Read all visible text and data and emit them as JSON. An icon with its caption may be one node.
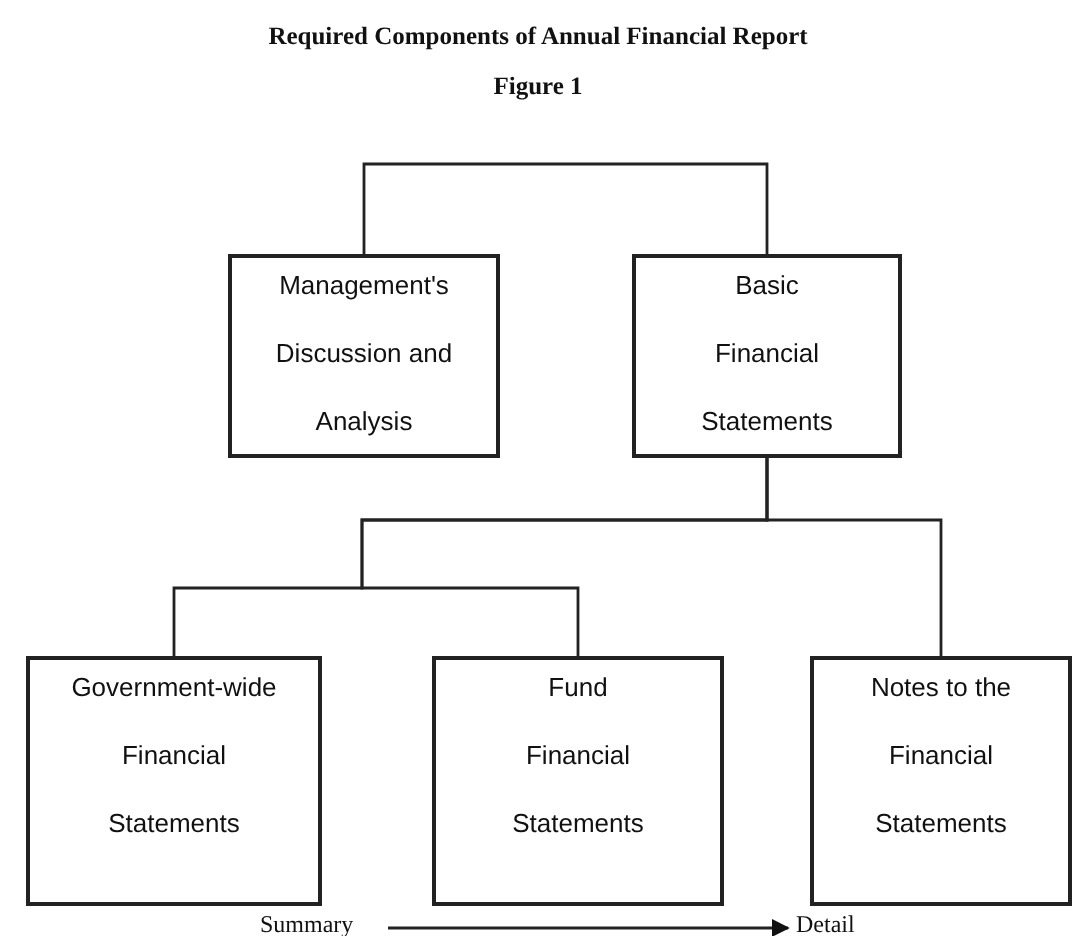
{
  "diagram": {
    "title": "Required Components of Annual Financial Report",
    "caption": "Figure 1",
    "nodes": [
      {
        "text": [
          "Management's Discussion and Analysis"
        ]
      },
      {
        "text": [
          "Basic Financial Statements"
        ]
      },
      {
        "text": [
          "Government-wide Financial Statements"
        ]
      },
      {
        "text": [
          "Fund Financial Statements"
        ]
      },
      {
        "text": [
          "Notes to the Financial Statements"
        ]
      },
      {
        "text": [
          "Summary"
        ]
      },
      {
        "text": [
          "Detail"
        ]
      }
    ],
    "edges": [
      {
        "from": 0,
        "to": 1,
        "arrow": "none"
      },
      {
        "from": 1,
        "to": 2,
        "arrow": "none"
      },
      {
        "from": 1,
        "to": 3,
        "arrow": "none"
      },
      {
        "from": 1,
        "to": 4,
        "arrow": "none"
      },
      {
        "from": 5,
        "to": 6,
        "arrow": "to"
      }
    ]
  }
}
